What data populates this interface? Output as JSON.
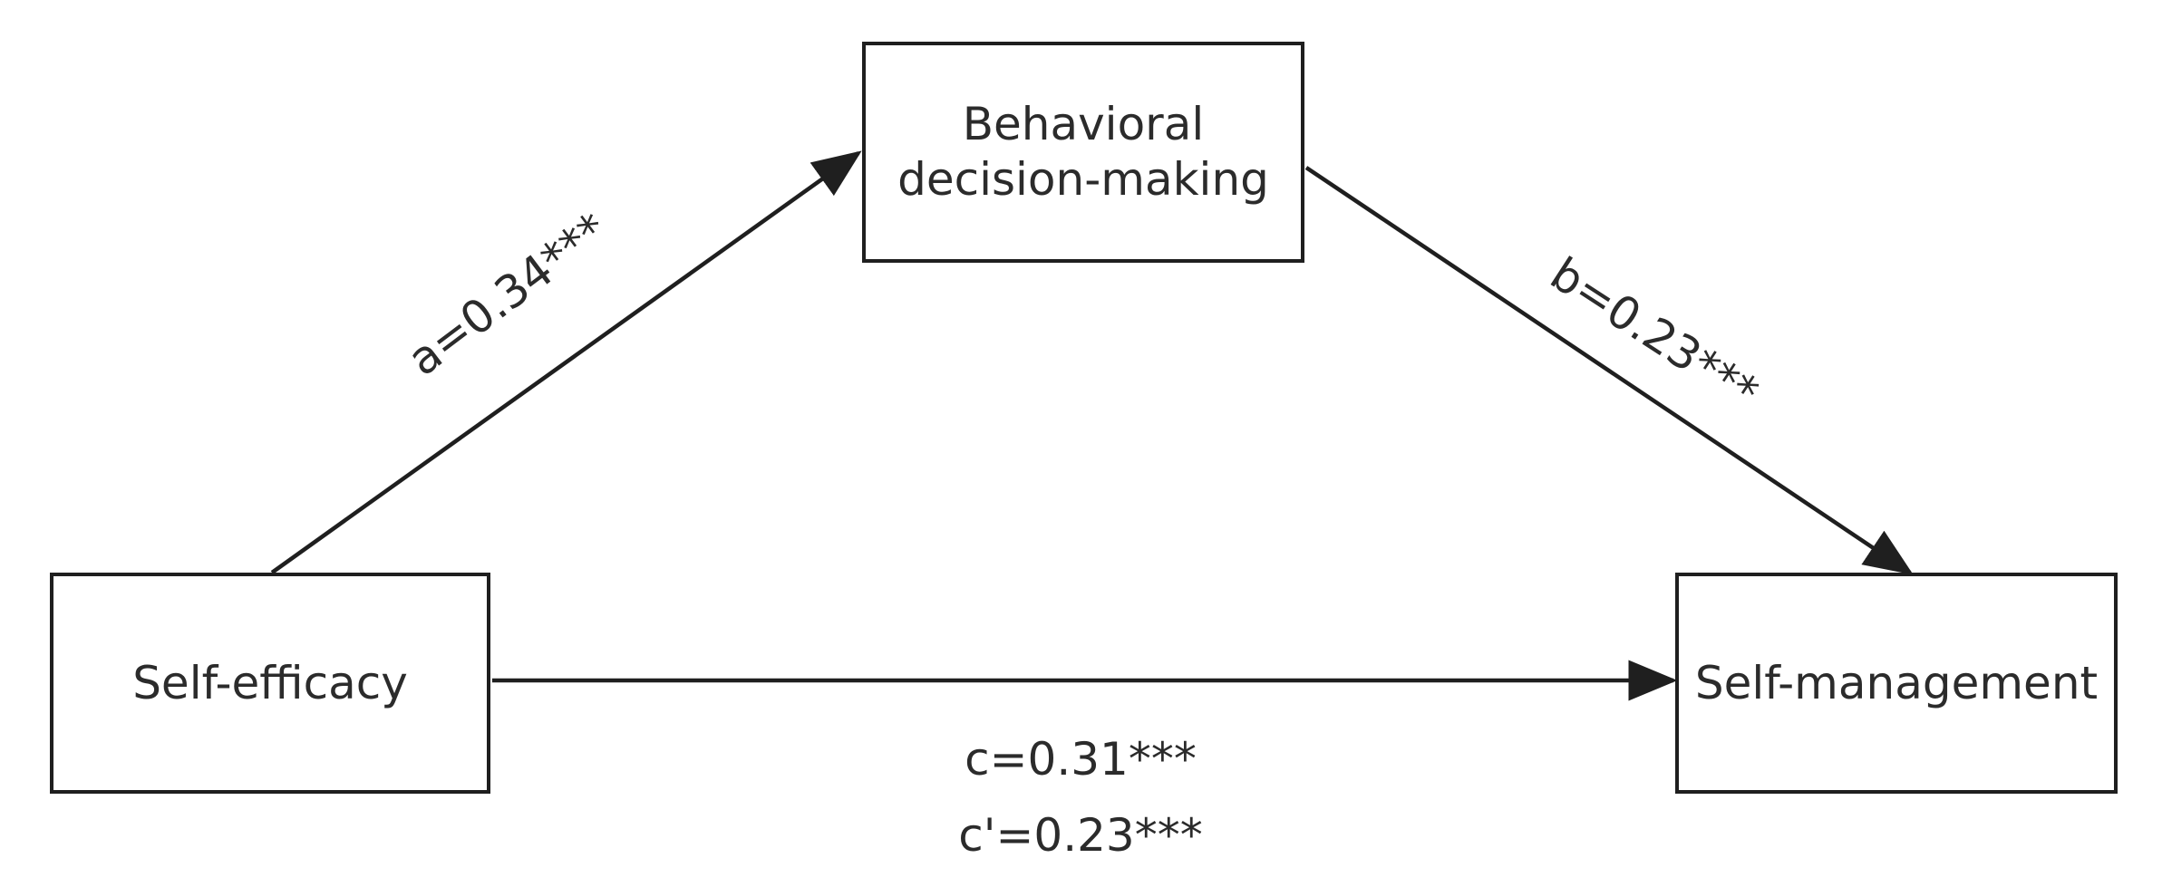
{
  "nodes": {
    "mediator": {
      "line1": "Behavioral",
      "line2": "decision-making"
    },
    "predictor": {
      "label": "Self-efficacy"
    },
    "outcome": {
      "label": "Self-management"
    }
  },
  "paths": {
    "a": "a=0.34***",
    "b": "b=0.23***",
    "c": "c=0.31***",
    "c_prime": "c'=0.23***"
  },
  "colors": {
    "line": "#1f1f1f",
    "text": "#2b2b2b",
    "background": "#ffffff"
  }
}
